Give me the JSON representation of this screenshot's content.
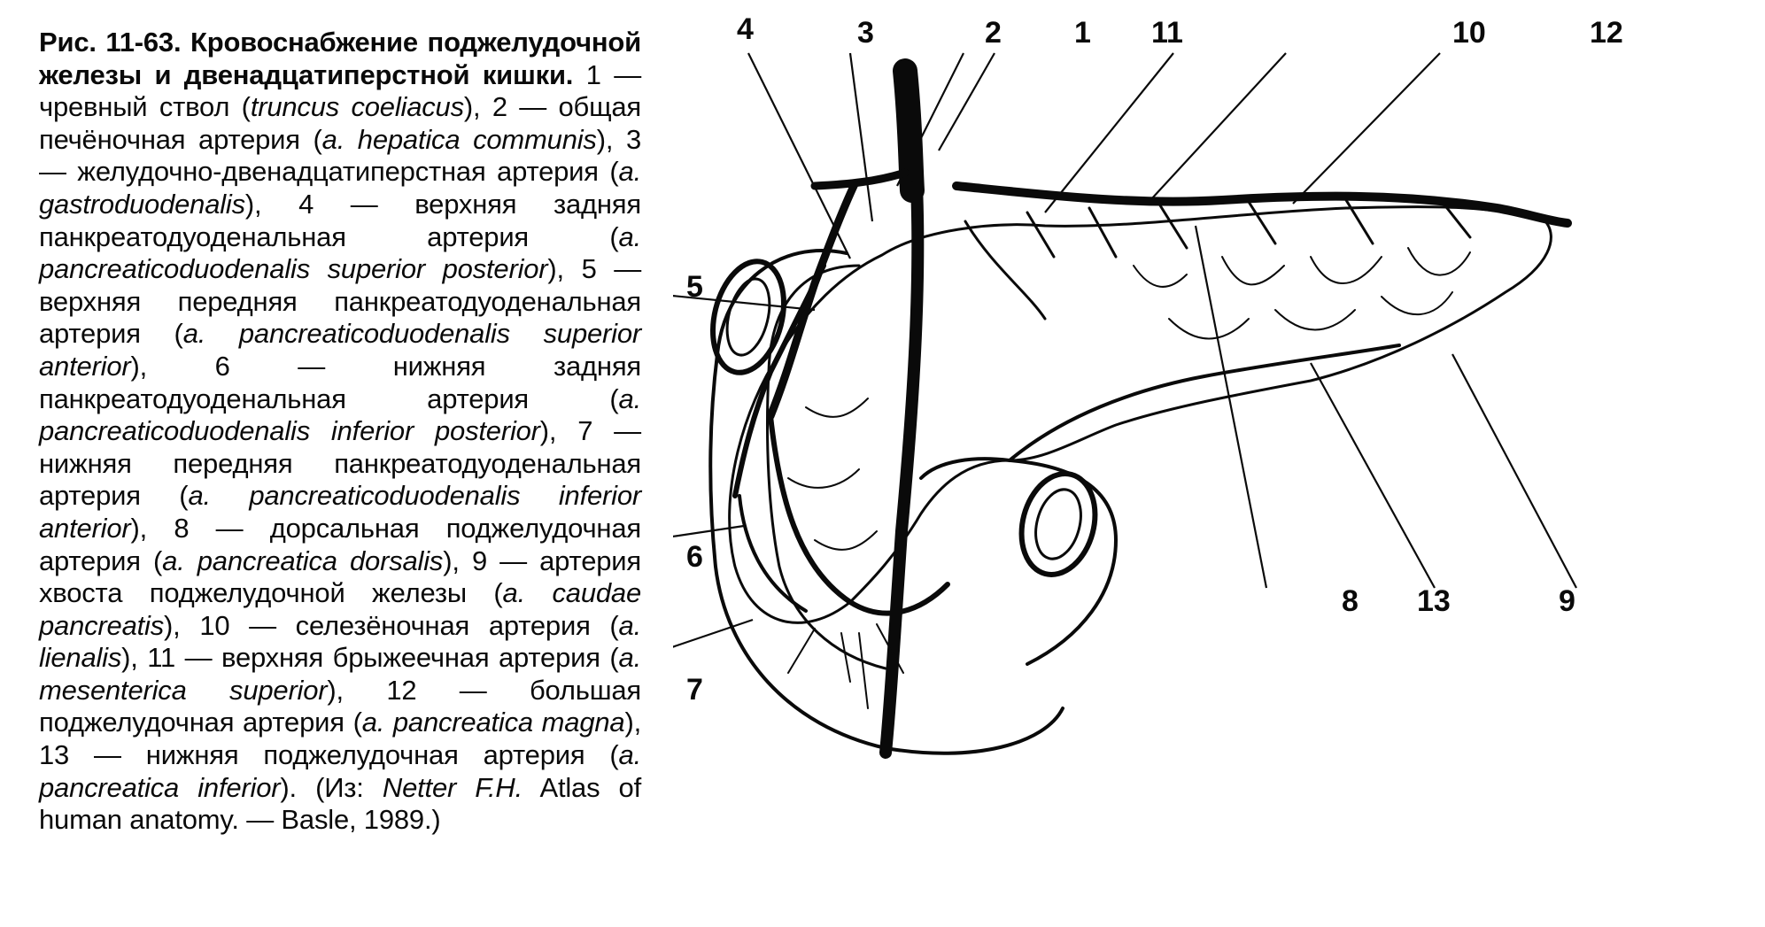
{
  "caption": {
    "title": "Рис. 11-63. Кровоснабжение поджелудочной железы и двенадцатиперстной кишки.",
    "items": [
      {
        "n": "1",
        "ru": "чревный ствол",
        "lat": "truncus coeliacus"
      },
      {
        "n": "2",
        "ru": "общая печёночная артерия",
        "lat": "a. hepatica communis"
      },
      {
        "n": "3",
        "ru": "желудочно-двенадцатиперстная артерия",
        "lat": "a. gastroduodenalis"
      },
      {
        "n": "4",
        "ru": "верхняя задняя панкреатодуоденальная артерия",
        "lat": "a. pancreaticoduodenalis superior posterior"
      },
      {
        "n": "5",
        "ru": "верхняя передняя панкреатодуоденальная артерия",
        "lat": "a. pancreaticoduodenalis superior anterior"
      },
      {
        "n": "6",
        "ru": "нижняя задняя панкреатодуоденальная артерия",
        "lat": "a. pancreaticoduodenalis inferior posterior"
      },
      {
        "n": "7",
        "ru": "нижняя передняя панкреатодуоденальная артерия",
        "lat": "a. pancreaticoduodenalis inferior anterior"
      },
      {
        "n": "8",
        "ru": "дорсальная поджелудочная артерия",
        "lat": "a. pancreatica dorsalis"
      },
      {
        "n": "9",
        "ru": "артерия хвоста поджелудочной железы",
        "lat": "a. caudae pancreatis"
      },
      {
        "n": "10",
        "ru": "селезёночная артерия",
        "lat": "a. lienalis"
      },
      {
        "n": "11",
        "ru": "верхняя брыжеечная артерия",
        "lat": "a. mesenterica superior"
      },
      {
        "n": "12",
        "ru": "большая поджелудочная артерия",
        "lat": "a. pancreatica magna"
      },
      {
        "n": "13",
        "ru": "нижняя поджелудочная артерия",
        "lat": "a. pancreatica inferior"
      }
    ],
    "source_prefix": "(Из: ",
    "source_author": "Netter F.H.",
    "source_rest": " Atlas of human anatomy. — Basle, 1989.)"
  },
  "labels": [
    "4",
    "3",
    "2",
    "1",
    "11",
    "10",
    "12",
    "5",
    "6",
    "7",
    "8",
    "13",
    "9"
  ],
  "colors": {
    "ink": "#0a0a0a",
    "paper": "#ffffff"
  }
}
